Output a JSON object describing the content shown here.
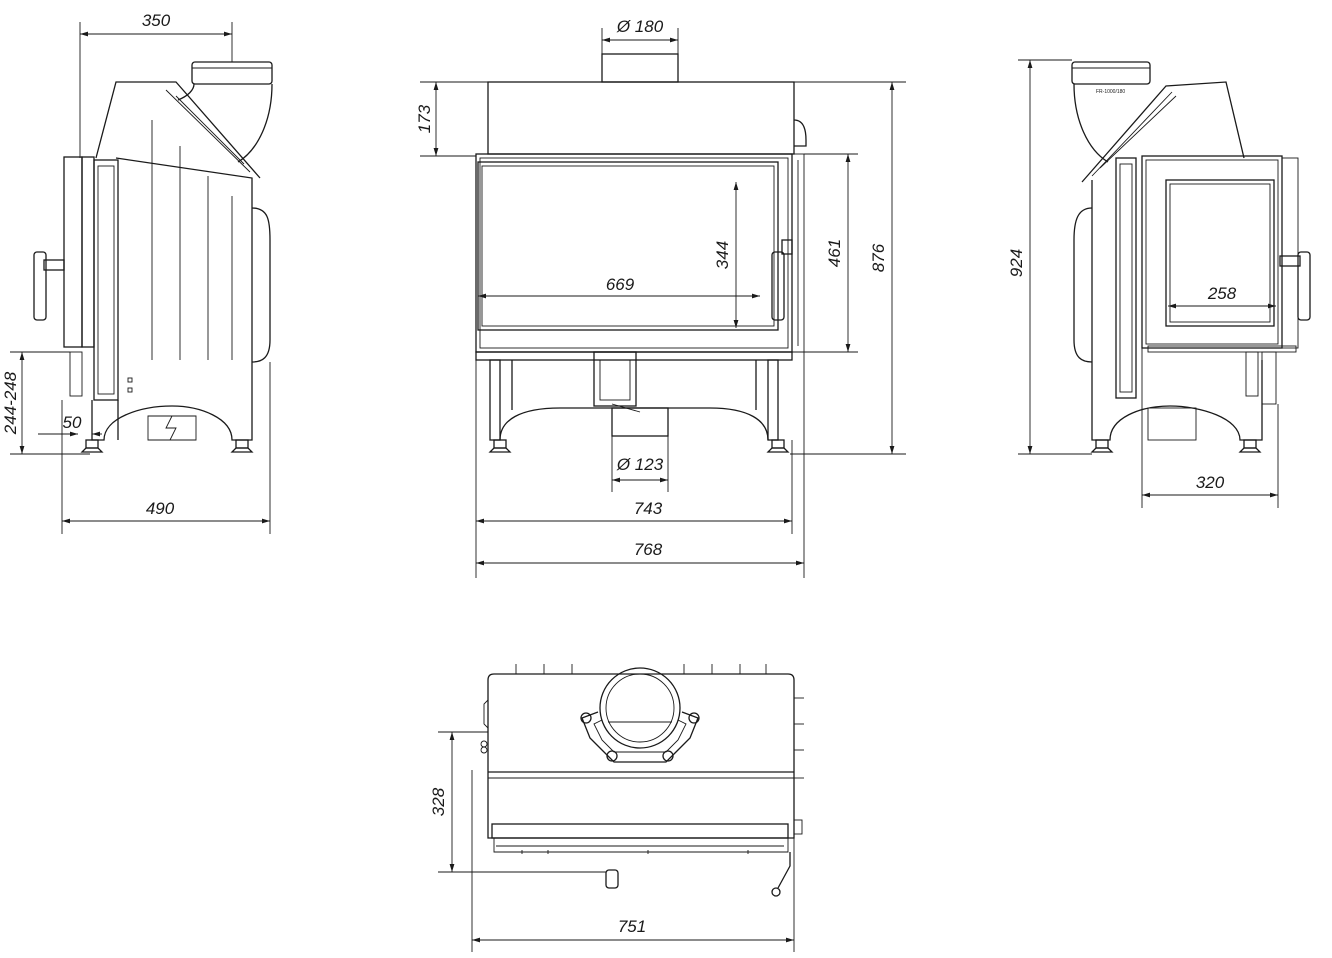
{
  "dimensions": {
    "side_left_top_width": "350",
    "side_left_leg_height": "244-248",
    "side_left_offset": "50",
    "side_left_depth": "490",
    "front_flue_diameter": "Ø 180",
    "front_top_height": "173",
    "front_glass_width": "669",
    "front_glass_height": "344",
    "front_door_height": "461",
    "front_total_height": "876",
    "front_air_diameter": "Ø 123",
    "front_inner_width": "743",
    "front_outer_width": "768",
    "side_right_total_height": "924",
    "side_right_glass_width": "258",
    "side_right_width": "320",
    "top_depth": "328",
    "top_width": "751"
  },
  "labels": {
    "flue_marking": "FR-1000/180"
  },
  "colors": {
    "line": "#1a1a1a",
    "background": "#ffffff"
  }
}
